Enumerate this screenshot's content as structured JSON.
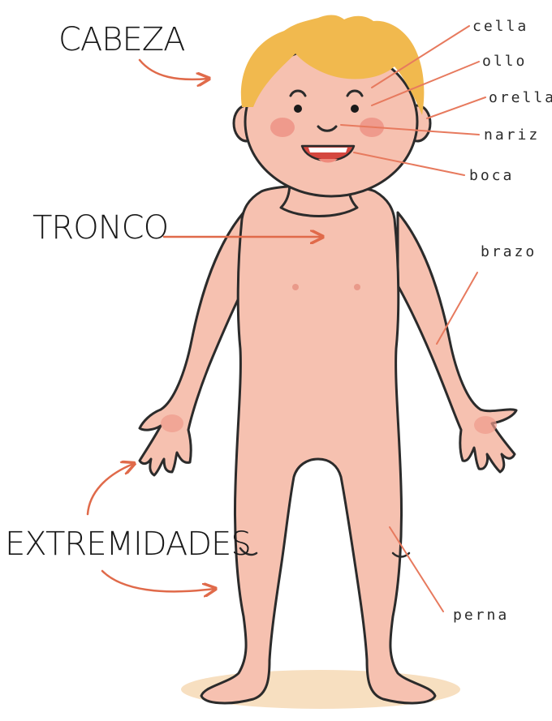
{
  "categories": {
    "head": "CABEZA",
    "trunk": "TRONCO",
    "limbs": "EXTREMIDADES"
  },
  "parts": {
    "eyebrow": "cella",
    "eye": "ollo",
    "ear": "orella",
    "nose": "nariz",
    "mouth": "boca",
    "arm": "brazo",
    "leg": "perna"
  },
  "colors": {
    "skin": "#f6c1b0",
    "outline": "#2b2b2b",
    "hair": "#f1b94e",
    "arrow": "#e06a4a",
    "pointer_line": "#e77a5e",
    "cheek": "#ef9a8c",
    "shadow": "#f7dfc0"
  }
}
